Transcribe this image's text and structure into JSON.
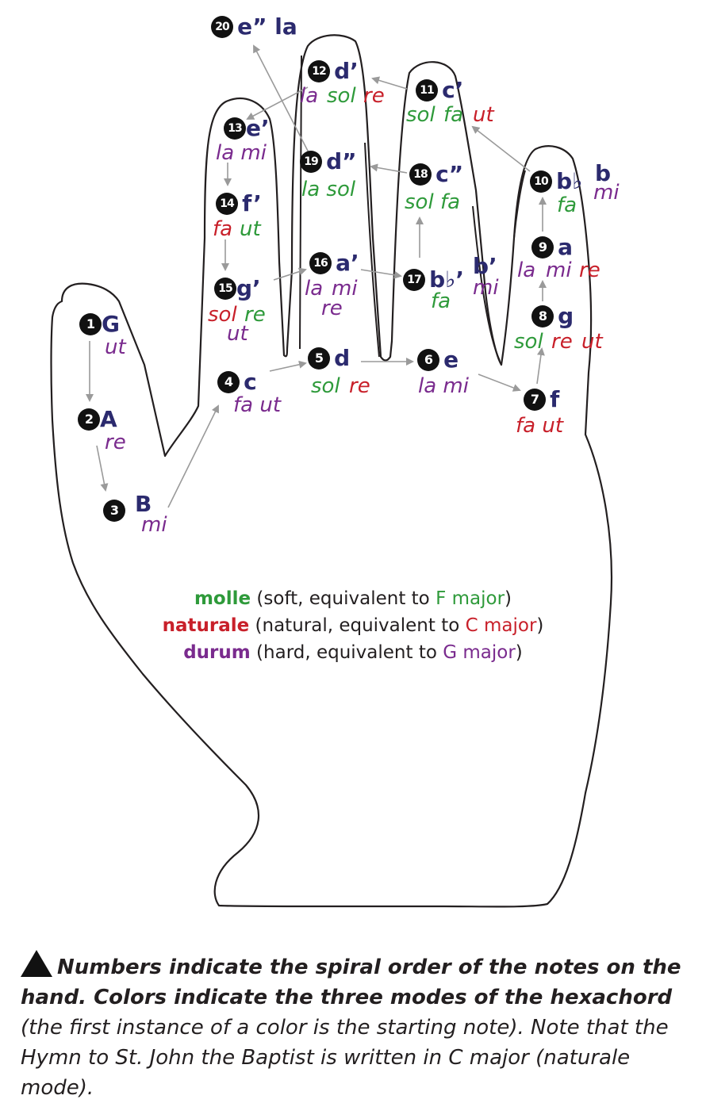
{
  "notes": [
    {
      "num": "1",
      "pitch": "G"
    },
    {
      "num": "2",
      "pitch": "A"
    },
    {
      "num": "3",
      "pitch": "B"
    },
    {
      "num": "4",
      "pitch": "c"
    },
    {
      "num": "5",
      "pitch": "d"
    },
    {
      "num": "6",
      "pitch": "e"
    },
    {
      "num": "7",
      "pitch": "f"
    },
    {
      "num": "8",
      "pitch": "g"
    },
    {
      "num": "9",
      "pitch": "a"
    },
    {
      "num": "10",
      "pitch": "b♭",
      "pitch2": "b"
    },
    {
      "num": "11",
      "pitch": "c’"
    },
    {
      "num": "12",
      "pitch": "d’"
    },
    {
      "num": "13",
      "pitch": "e’"
    },
    {
      "num": "14",
      "pitch": "f’"
    },
    {
      "num": "15",
      "pitch": "g’"
    },
    {
      "num": "16",
      "pitch": "a’"
    },
    {
      "num": "17",
      "pitch": "b♭’",
      "pitch2": "b’"
    },
    {
      "num": "18",
      "pitch": "c”"
    },
    {
      "num": "19",
      "pitch": "d”"
    },
    {
      "num": "20",
      "pitch": "e” la"
    }
  ],
  "syllables": {
    "n1": "ut",
    "n2": "re",
    "n3": "mi",
    "n4": "fa ut",
    "n5a": "sol",
    "n5b": "re",
    "n6": "la mi",
    "n7": "fa ut",
    "n8a": "sol",
    "n8b": "re",
    "n8c": "ut",
    "n9a": "la",
    "n9b": "mi",
    "n9c": "re",
    "n10a": "fa",
    "n10b": "mi",
    "n11a": "sol",
    "n11b": "fa",
    "n11c": "ut",
    "n12a": "la",
    "n12b": "sol",
    "n12c": "re",
    "n13": "la mi",
    "n14a": "fa",
    "n14b": "ut",
    "n15a": "sol",
    "n15b": "re",
    "n15c": "ut",
    "n16a": "la",
    "n16b": "mi",
    "n16c": "re",
    "n17a": "fa",
    "n17b": "mi",
    "n18": "sol fa",
    "n19": "la sol"
  },
  "legend": {
    "molle": "molle",
    "molle_rest_a": " (soft, equivalent to ",
    "molle_key": "F major",
    "molle_rest_b": ")",
    "naturale": "naturale",
    "naturale_rest_a": "  (natural, equivalent to ",
    "naturale_key": "C major",
    "naturale_rest_b": ")",
    "durum": "durum",
    "durum_rest_a": " (hard, equivalent to ",
    "durum_key": "G major",
    "durum_rest_b": ")"
  },
  "caption": {
    "bold": "Numbers indicate the spiral order of the notes on the hand. Colors indicate the three modes of the hexachord",
    "rest": " (the first instance of a color is the starting note). Note that the Hymn to St. John the Baptist is written in C major (naturale mode)."
  },
  "colors": {
    "molle": "#2e9a3a",
    "naturale": "#c8202a",
    "durum": "#7a2b8e",
    "pitch": "#2b2a6e",
    "arrow": "#9a9a9a",
    "outline": "#231f20"
  }
}
